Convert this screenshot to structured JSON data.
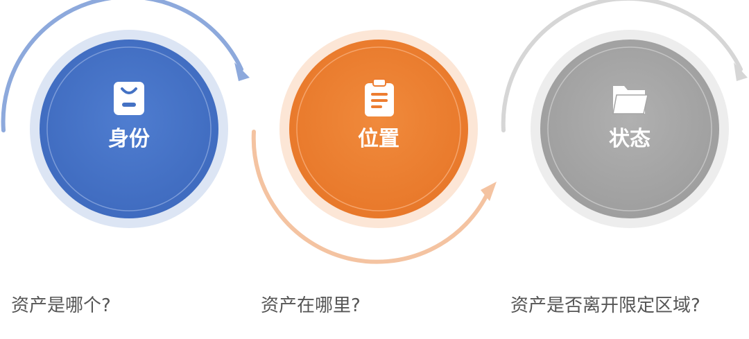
{
  "steps": [
    {
      "label": "身份",
      "question": "资产是哪个?",
      "color": "#4472C4",
      "icon": "id-badge-icon"
    },
    {
      "label": "位置",
      "question": "资产在哪里?",
      "color": "#ED7D31",
      "icon": "clipboard-icon"
    },
    {
      "label": "状态",
      "question": "资产是否离开限定区域?",
      "color": "#A5A5A5",
      "icon": "folder-icon"
    }
  ]
}
